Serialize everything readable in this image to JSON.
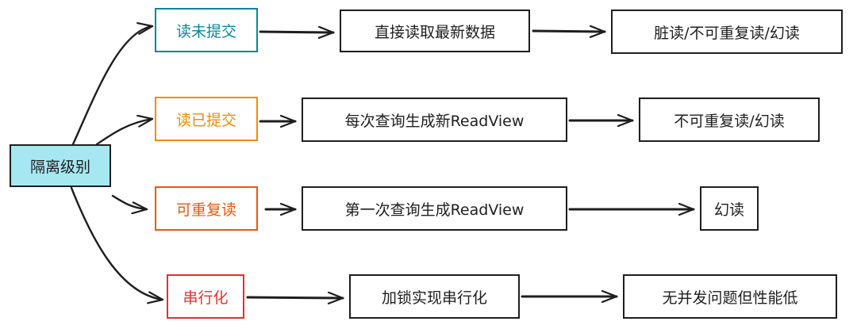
{
  "root": "隔离级别",
  "branches": [
    {
      "level": "读未提交",
      "mechanism": "直接读取最新数据",
      "issues": "脏读/不可重复读/幻读"
    },
    {
      "level": "读已提交",
      "mechanism": "每次查询生成新ReadView",
      "issues": "不可重复读/幻读"
    },
    {
      "level": "可重复读",
      "mechanism": "第一次查询生成ReadView",
      "issues": "幻读"
    },
    {
      "level": "串行化",
      "mechanism": "加锁实现串行化",
      "issues": "无并发问题但性能低"
    }
  ],
  "colors": {
    "root_fill": "#a5e8f2",
    "level_borders": [
      "#0c8599",
      "#f08c00",
      "#e8590c",
      "#e03131"
    ],
    "stroke": "#1e1e1e"
  }
}
